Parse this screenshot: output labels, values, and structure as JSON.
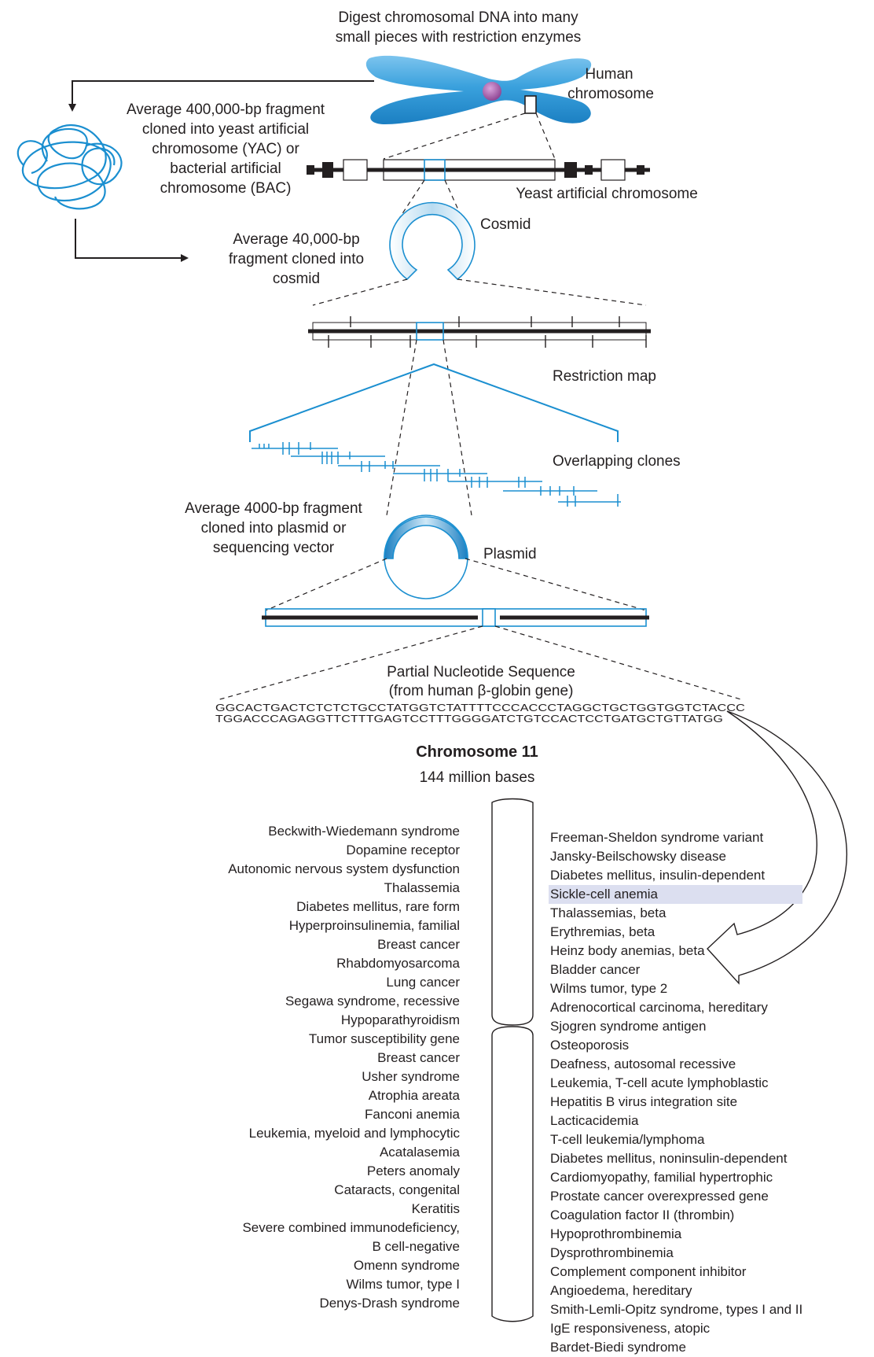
{
  "header": {
    "caption_line1": "Digest chromosomal DNA into many",
    "caption_line2": "small pieces with restriction enzymes"
  },
  "labels": {
    "human_chromosome_1": "Human",
    "human_chromosome_2": "chromosome",
    "yac_bac_1": "Average 400,000-bp fragment",
    "yac_bac_2": "cloned into yeast artificial",
    "yac_bac_3": "chromosome (YAC) or",
    "yac_bac_4": "bacterial artificial",
    "yac_bac_5": "chromosome (BAC)",
    "yeast_artificial_chromosome": "Yeast artificial chromosome",
    "cosmid": "Cosmid",
    "cosmid_fragment_1": "Average 40,000-bp",
    "cosmid_fragment_2": "fragment cloned into",
    "cosmid_fragment_3": "cosmid",
    "restriction_map": "Restriction map",
    "overlapping_clones": "Overlapping clones",
    "plasmid_fragment_1": "Average 4000-bp fragment",
    "plasmid_fragment_2": "cloned into plasmid or",
    "plasmid_fragment_3": "sequencing vector",
    "plasmid": "Plasmid",
    "partial_sequence_1": "Partial Nucleotide Sequence",
    "partial_sequence_2": "(from human β-globin gene)",
    "sequence_line1": "GGCACTGACTCTCTCTGCCTATGGTCTATTTTCCCACCCTAGGCTGCTGGTGGTCTACCC",
    "sequence_line2": "TGGACCCAGAGGTTCTTTGAGTCCTTTGGGGATCTGTCCACTCCTGATGCTGTTATGG"
  },
  "chromosome11": {
    "title": "Chromosome 11",
    "subtitle": "144 million bases",
    "left_diseases": [
      "Beckwith-Wiedemann syndrome",
      "Dopamine receptor",
      "Autonomic nervous system dysfunction",
      "Thalassemia",
      "Diabetes mellitus, rare form",
      "Hyperproinsulinemia, familial",
      "Breast cancer",
      "Rhabdomyosarcoma",
      "Lung cancer",
      "Segawa syndrome, recessive",
      "Hypoparathyroidism",
      "Tumor susceptibility gene",
      "Breast cancer",
      "Usher syndrome",
      "Atrophia areata",
      "Fanconi anemia",
      "Leukemia, myeloid and lymphocytic",
      "Acatalasemia",
      "Peters anomaly",
      "Cataracts, congenital",
      "Keratitis",
      "Severe combined immunodeficiency,",
      "B cell-negative",
      "Omenn syndrome",
      "Wilms tumor, type I",
      "Denys-Drash syndrome"
    ],
    "right_diseases": [
      "Freeman-Sheldon syndrome variant",
      "Jansky-Beilschowsky disease",
      "Diabetes mellitus, insulin-dependent",
      "Sickle-cell anemia",
      "Thalassemias, beta",
      "Erythremias, beta",
      "Heinz body anemias, beta",
      "Bladder cancer",
      "Wilms tumor, type 2",
      "Adrenocortical carcinoma, hereditary",
      "Sjogren syndrome antigen",
      "Osteoporosis",
      "Deafness, autosomal recessive",
      "Leukemia, T-cell acute lymphoblastic",
      "Hepatitis B virus integration site",
      "Lacticacidemia",
      "T-cell leukemia/lymphoma",
      "Diabetes mellitus, noninsulin-dependent",
      "Cardiomyopathy, familial hypertrophic",
      "Prostate cancer overexpressed gene",
      "Coagulation factor II (thrombin)",
      "Hypoprothrombinemia",
      "Dysprothrombinemia",
      "Complement component inhibitor",
      "Angioedema, hereditary",
      "Smith-Lemli-Opitz syndrome, types I and II",
      "IgE responsiveness, atopic",
      "Bardet-Biedi syndrome"
    ],
    "highlighted": "Sickle-cell anemia"
  },
  "colors": {
    "accent_blue": "#1b8fd0",
    "chromosome_blue": "#3da4df",
    "centromere": "#9b4f9e",
    "highlight": "#dcdff0",
    "ink": "#231f20"
  }
}
